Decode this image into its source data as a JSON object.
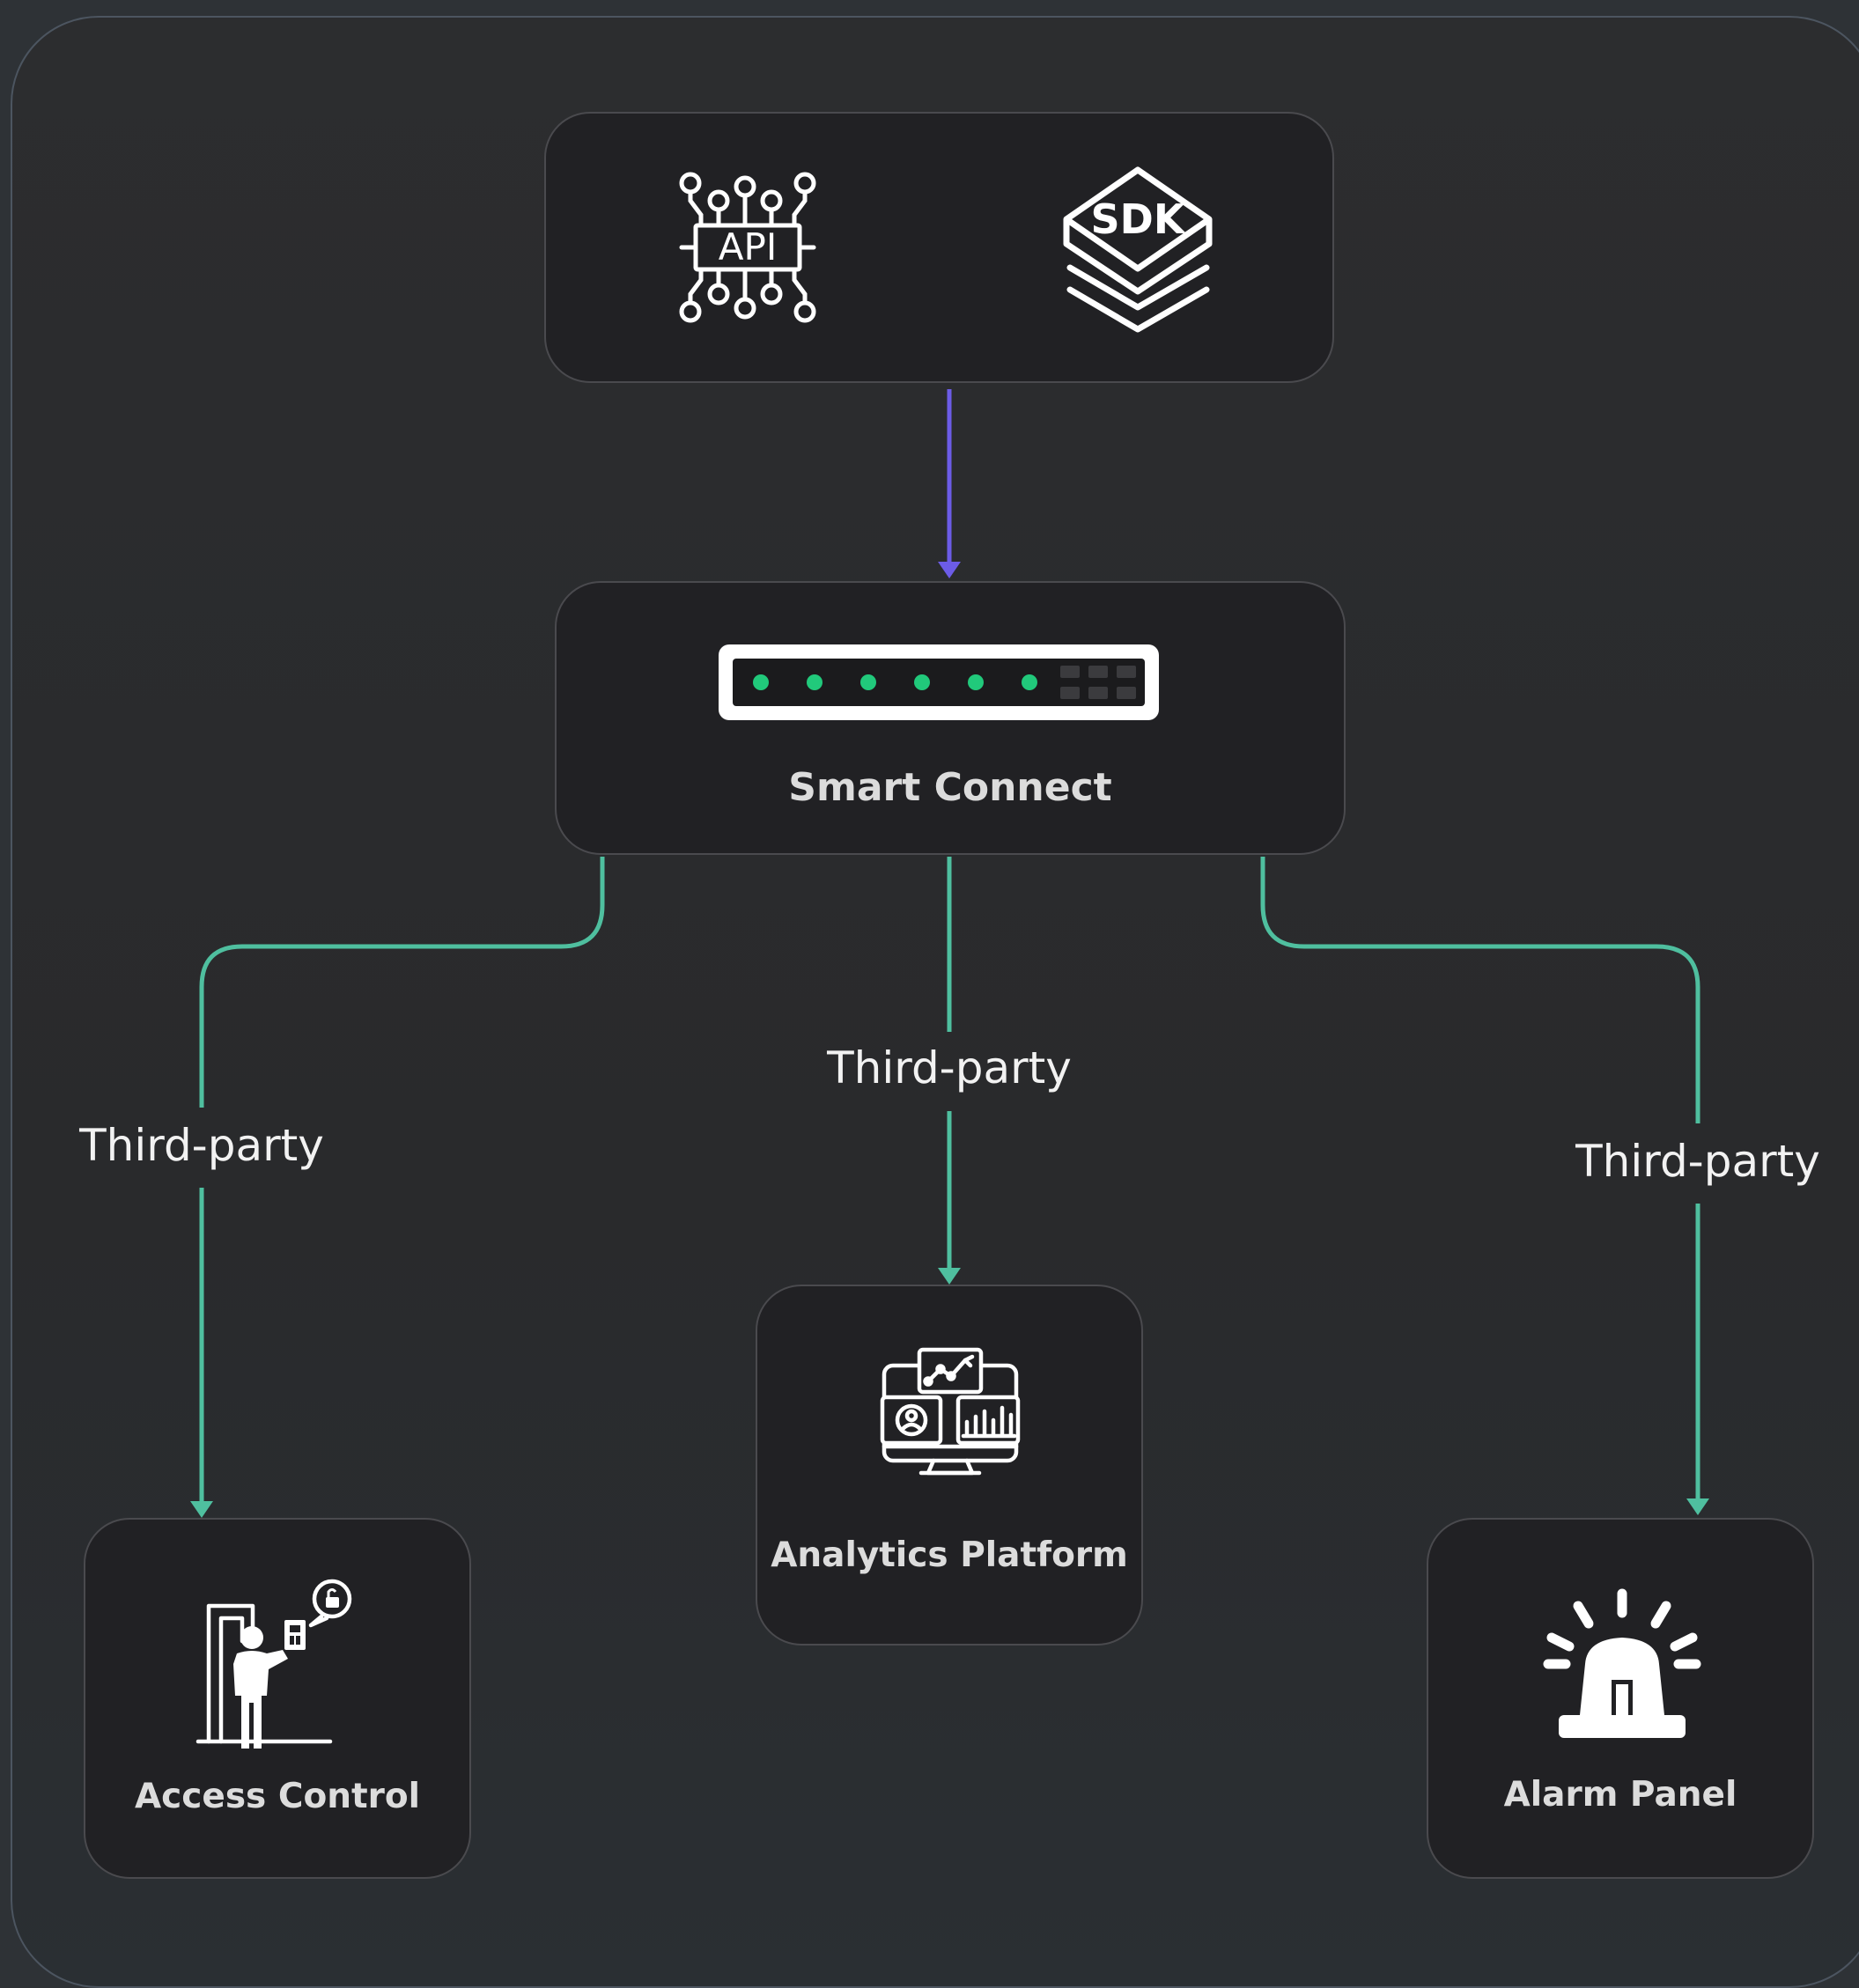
{
  "colors": {
    "background": "#2e3236",
    "node_fill": "#212124",
    "node_border": "#4a4a4e",
    "input_arrow": "#6c5ce7",
    "output_arrow": "#4fbf9f",
    "led_green": "#21c97b",
    "icon_stroke": "#ffffff"
  },
  "nodes": {
    "sources": {
      "icons": [
        "api-icon",
        "sdk-icon"
      ],
      "api_text": "API",
      "sdk_text": "SDK"
    },
    "hub": {
      "label": "Smart Connect",
      "icon": "network-switch-icon"
    },
    "targets": [
      {
        "label": "Access Control",
        "icon": "access-control-icon"
      },
      {
        "label": "Analytics Platform",
        "icon": "analytics-dashboard-icon"
      },
      {
        "label": "Alarm Panel",
        "icon": "alarm-siren-icon"
      }
    ]
  },
  "connections": [
    {
      "from": "sources",
      "to": "hub",
      "label": ""
    },
    {
      "from": "hub",
      "to": "Access Control",
      "label": "Third-party"
    },
    {
      "from": "hub",
      "to": "Analytics Platform",
      "label": "Third-party"
    },
    {
      "from": "hub",
      "to": "Alarm Panel",
      "label": "Third-party"
    }
  ]
}
